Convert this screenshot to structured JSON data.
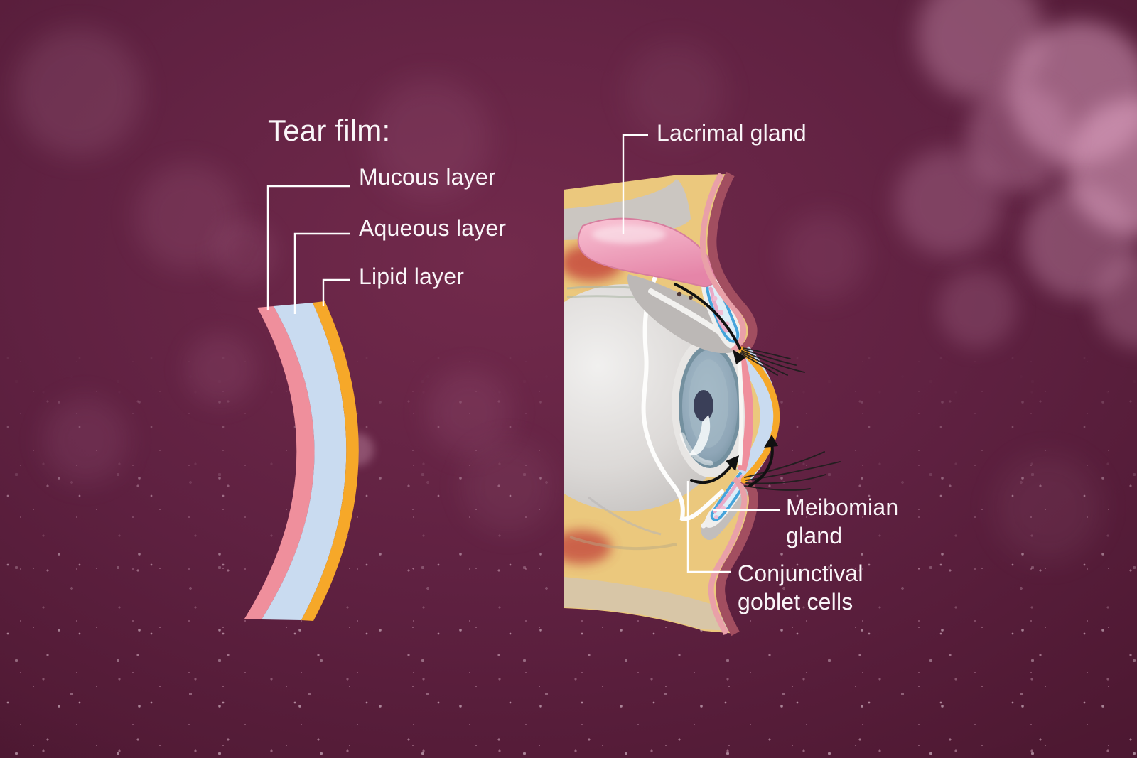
{
  "tear_film_diagram": {
    "title": "Tear film:",
    "layers": [
      {
        "label": "Mucous layer",
        "color": "#ef8f9c"
      },
      {
        "label": "Aqueous layer",
        "color": "#c9dbf0"
      },
      {
        "label": "Lipid layer",
        "color": "#f6a829"
      }
    ]
  },
  "eye_diagram": {
    "labels": {
      "lacrimal_gland": "Lacrimal gland",
      "meibomian_gland_line1": "Meibomian",
      "meibomian_gland_line2": "gland",
      "conjunctival_goblet_line1": "Conjunctival",
      "conjunctival_goblet_line2": "goblet cells"
    },
    "colors": {
      "skin_outer_band": "#a24e60",
      "skin_inner_band": "#e9a0a8",
      "orbital_fat": "#ebc87d",
      "bone": "#cbc6c1",
      "bottom_band": "#d8c6a7",
      "lacrimal_gland": "#f2a9c4",
      "meibomian_duct_outline": "#45a4db",
      "meibomian_duct_fill": "#e9aac8",
      "iris": "#8fa6b7",
      "pupil": "#3a3f58",
      "eyeball": "#d6d3d1",
      "muscle_red": "#c4483c"
    }
  },
  "style": {
    "background_base": "#63223f",
    "bokeh_accent": "#d692b4",
    "text_color": "#faf5f8",
    "connector_line_color": "#ffffff"
  }
}
